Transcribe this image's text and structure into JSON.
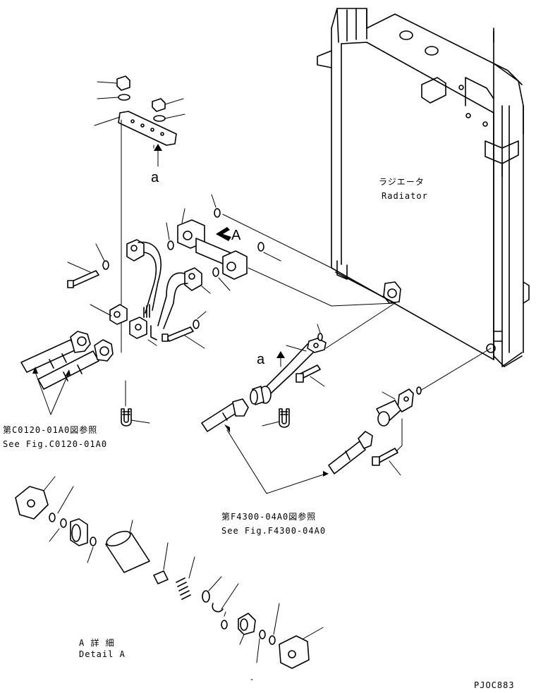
{
  "radiator": {
    "label_ja": "ラジエータ",
    "label_en": "Radiator"
  },
  "detail_a": {
    "label_ja": "A 詳 細",
    "label_en": "Detail A",
    "view_marker": "A"
  },
  "marker_a": "a",
  "refs": {
    "c0120_ja": "第C0120-01A0図参照",
    "c0120_en": "See Fig.C0120-01A0",
    "f4300_ja": "第F4300-04A0図参照",
    "f4300_en": "See Fig.F4300-04A0"
  },
  "drawing_code": "PJOC883",
  "colors": {
    "ink": "#000000",
    "paper": "#ffffff"
  }
}
